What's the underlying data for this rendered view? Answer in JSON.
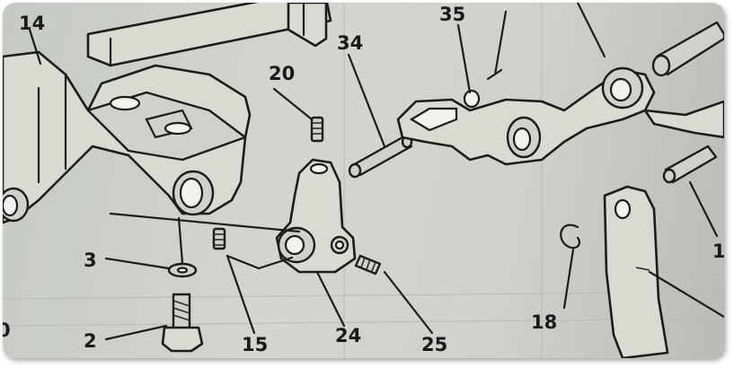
{
  "callouts": {
    "c14": "14",
    "c35": "35",
    "c20": "20",
    "c34": "34",
    "c3": "3",
    "c2": "2",
    "c15": "15",
    "c24": "24",
    "c25": "25",
    "c18": "18",
    "c1_partial": "1",
    "c0_partial": "0"
  },
  "colors": {
    "paper": "#cfd2cb",
    "ink": "#1c1c1c"
  }
}
